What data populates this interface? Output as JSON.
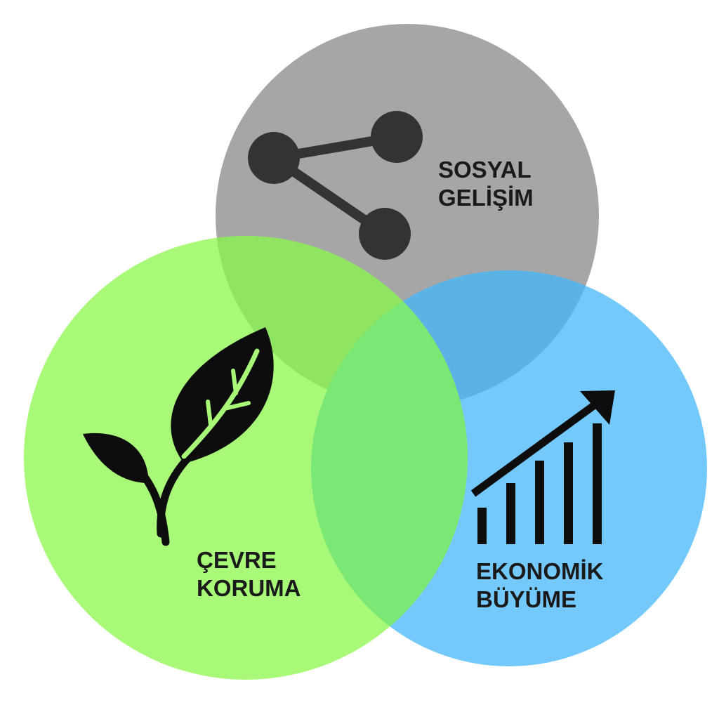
{
  "circles": {
    "social": {
      "label_line1": "SOSYAL",
      "label_line2": "GELİŞİM",
      "color": "#a6a6a6",
      "icon": "share-icon"
    },
    "environment": {
      "label_line1": "ÇEVRE",
      "label_line2": "KORUMA",
      "color": "#a8f978",
      "icon": "plant-icon"
    },
    "economy": {
      "label_line1": "EKONOMİK",
      "label_line2": "BÜYÜME",
      "color": "#74c9fc",
      "icon": "growth-chart-icon"
    }
  },
  "overlap_colors": {
    "social_environment": "#8fe462",
    "social_economy": "#5bb2e4",
    "environment_economy": "#7be774",
    "center": "#7be774"
  },
  "icon_color": "#0d0d0d",
  "share_icon_color": "#333333"
}
